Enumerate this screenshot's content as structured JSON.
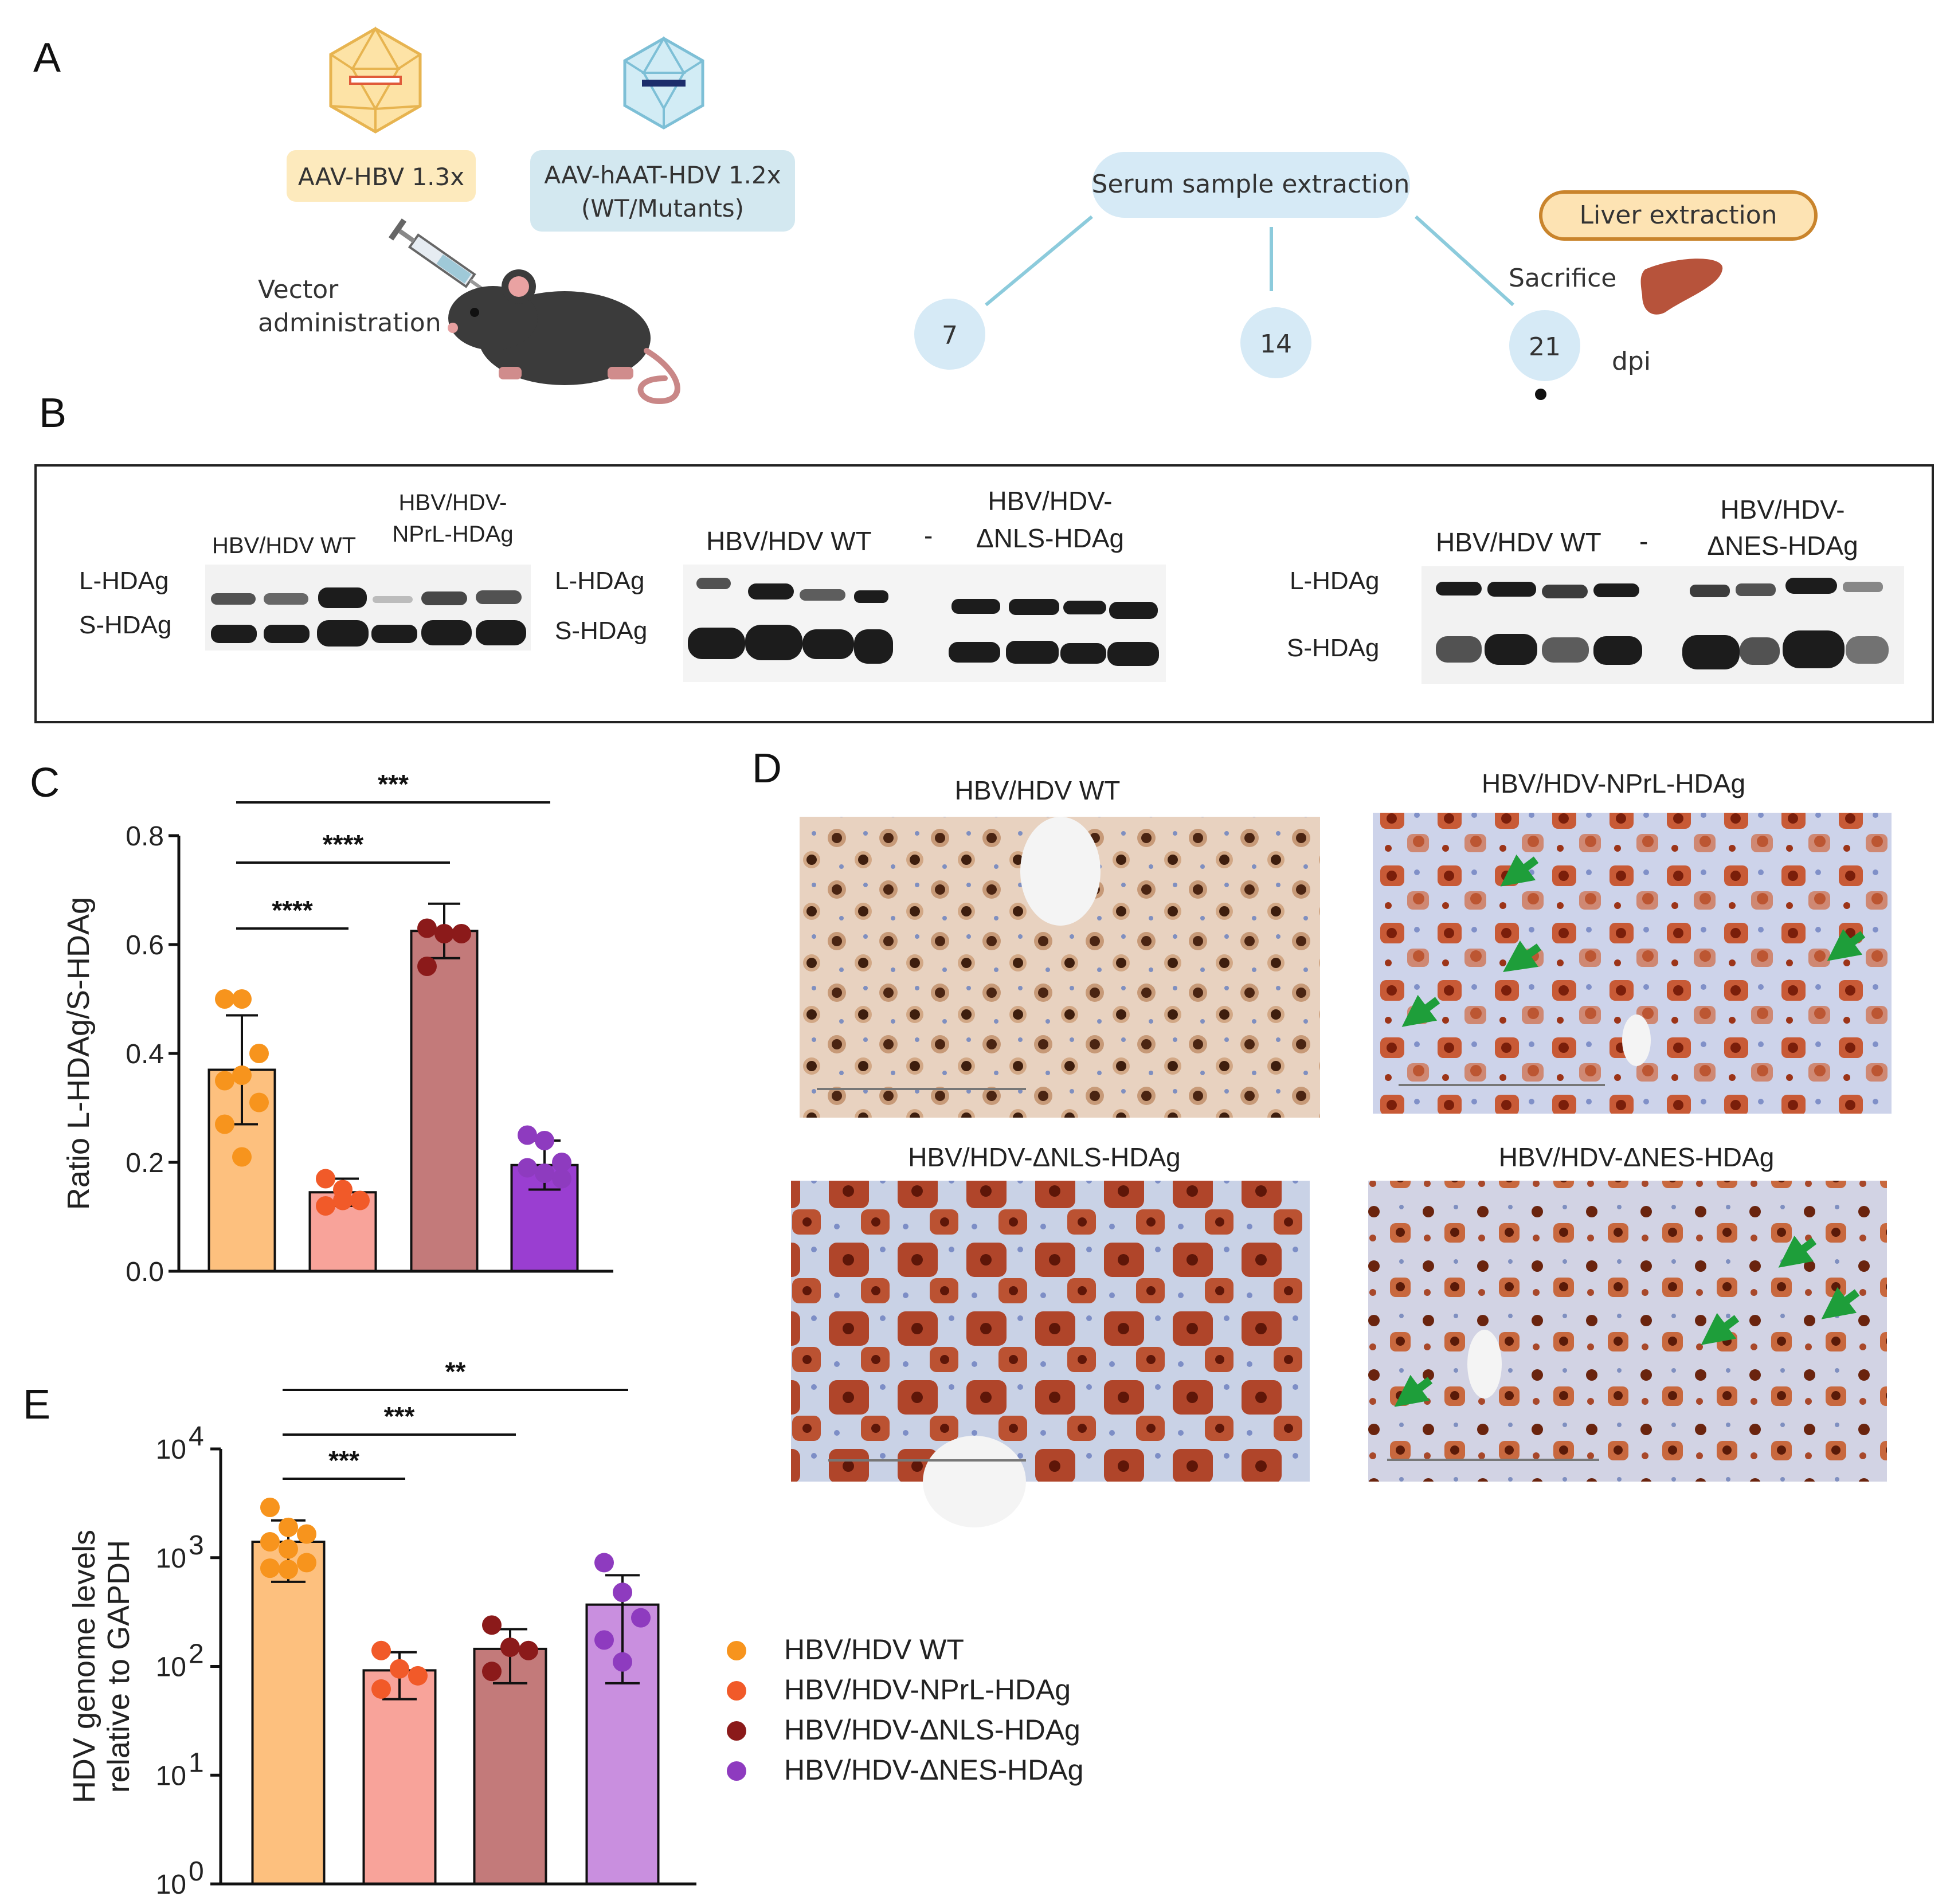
{
  "panels": {
    "a": "A",
    "b": "B",
    "c": "C",
    "d": "D",
    "e": "E"
  },
  "panel_a": {
    "vector1": "AAV-HBV 1.3x",
    "vector2_line1": "AAV-hAAT-HDV 1.2x",
    "vector2_line2": "(WT/Mutants)",
    "vector_admin_line1": "Vector",
    "vector_admin_line2": "administration",
    "serum": "Serum sample extraction",
    "liver": "Liver extraction",
    "sacrifice": "Sacrifice",
    "day1": "7",
    "day2": "14",
    "day3": "21",
    "dpi": "dpi"
  },
  "panel_b": {
    "blot1": {
      "group1": "HBV/HDV WT",
      "group2_line1": "HBV/HDV-",
      "group2_line2": "NPrL-HDAg",
      "row1": "L-HDAg",
      "row2": "S-HDAg"
    },
    "blot2": {
      "group1": "HBV/HDV WT",
      "dash": "-",
      "group2_line1": "HBV/HDV-",
      "group2_line2": "ΔNLS-HDAg",
      "row1": "L-HDAg",
      "row2": "S-HDAg"
    },
    "blot3": {
      "group1": "HBV/HDV WT",
      "dash": "-",
      "group2_line1": "HBV/HDV-",
      "group2_line2": "ΔNES-HDAg",
      "row1": "L-HDAg",
      "row2": "S-HDAg"
    }
  },
  "panel_d": {
    "t1": "HBV/HDV WT",
    "t2": "HBV/HDV-NPrL-HDAg",
    "t3": "HBV/HDV-ΔNLS-HDAg",
    "t4": "HBV/HDV-ΔNES-HDAg"
  },
  "colors": {
    "wt": "#f7941d",
    "nprl": "#f15a29",
    "nls": "#8b1a1a",
    "nes": "#8e3bbf",
    "wt_bar": "#fdc07e",
    "nprl_bar": "#f8a39a",
    "nls_bar": "#c37a7a",
    "nes_bar_c": "#9a3ed1",
    "nes_bar_e": "#c98fdf"
  },
  "legend": [
    {
      "label": "HBV/HDV WT",
      "color": "#f7941d"
    },
    {
      "label": "HBV/HDV-NPrL-HDAg",
      "color": "#f15a29"
    },
    {
      "label": "HBV/HDV-ΔNLS-HDAg",
      "color": "#8b1a1a"
    },
    {
      "label": "HBV/HDV-ΔNES-HDAg",
      "color": "#8e3bbf"
    }
  ],
  "chart_data": [
    {
      "type": "bar",
      "panel": "C",
      "categories": [
        "HBV/HDV WT",
        "HBV/HDV-NPrL-HDAg",
        "HBV/HDV-ΔNLS-HDAg",
        "HBV/HDV-ΔNES-HDAg"
      ],
      "values": [
        0.37,
        0.145,
        0.625,
        0.195
      ],
      "errors": [
        0.1,
        0.025,
        0.05,
        0.045
      ],
      "points": [
        [
          0.5,
          0.5,
          0.4,
          0.35,
          0.36,
          0.31,
          0.27,
          0.21
        ],
        [
          0.17,
          0.15,
          0.13,
          0.12,
          0.13
        ],
        [
          0.63,
          0.62,
          0.62,
          0.56
        ],
        [
          0.25,
          0.24,
          0.2,
          0.19,
          0.18,
          0.17
        ]
      ],
      "ylabel": "Ratio L-HDAg/S-HDAg",
      "ylim": [
        0,
        0.8
      ],
      "yticks": [
        "0.0",
        "0.2",
        "0.4",
        "0.6",
        "0.8"
      ],
      "significance": [
        "****",
        "****",
        "***"
      ]
    },
    {
      "type": "bar",
      "panel": "E",
      "scale": "log",
      "categories": [
        "HBV/HDV WT",
        "HBV/HDV-NPrL-HDAg",
        "HBV/HDV-ΔNLS-HDAg",
        "HBV/HDV-ΔNES-HDAg"
      ],
      "values": [
        1400,
        92,
        145,
        370
      ],
      "error_low": [
        600,
        50,
        70,
        70
      ],
      "error_high": [
        2200,
        135,
        220,
        690
      ],
      "points": [
        [
          2900,
          1900,
          1650,
          1400,
          1200,
          900,
          800,
          780
        ],
        [
          140,
          95,
          82,
          62
        ],
        [
          240,
          150,
          140,
          90
        ],
        [
          900,
          480,
          280,
          175,
          110
        ]
      ],
      "ylabel_line1": "HDV genome levels",
      "ylabel_line2": "relative to GAPDH",
      "ylim": [
        1,
        10000
      ],
      "ytick_base": "10",
      "ytick_exps": [
        "0",
        "1",
        "2",
        "3",
        "4"
      ],
      "significance": [
        "***",
        "***",
        "**"
      ]
    }
  ]
}
